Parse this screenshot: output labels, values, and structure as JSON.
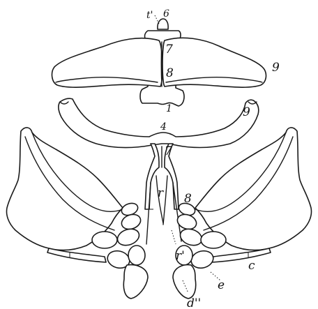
{
  "labels": {
    "t_prime": "t'",
    "six": "6",
    "seven_top": "7",
    "eight_top": "8",
    "one": "1",
    "nine_top": "9",
    "four": "4",
    "nine_mid": "9",
    "seven_mid": "7",
    "r": "r",
    "eight_mid": "8",
    "r_prime": "r'",
    "c": "c",
    "e": "e",
    "d_double_prime": "d''"
  }
}
